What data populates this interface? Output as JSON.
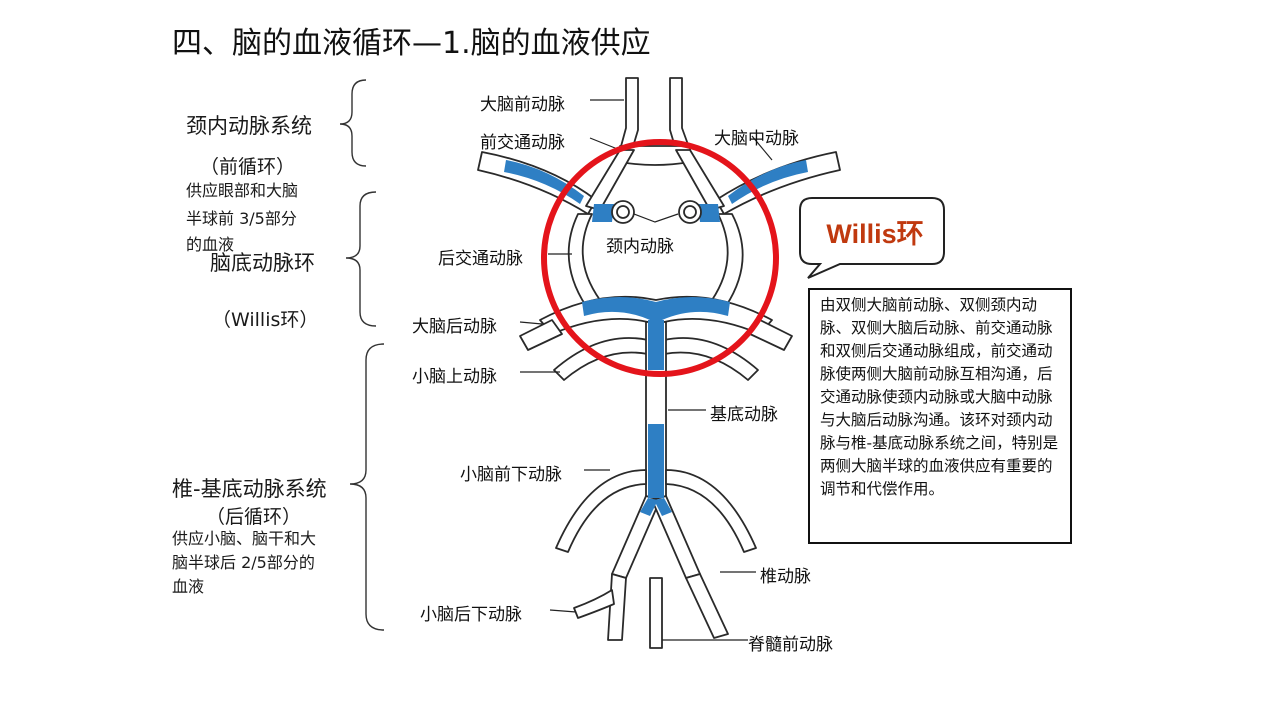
{
  "title": "四、脑的血液循环—1.脑的血液供应",
  "left_panel": {
    "carotid_system": "颈内动脉系统",
    "carotid_circulation": "（前循环）",
    "carotid_supply": [
      "供应眼部和大脑",
      "半球前 3/5部分",
      "的血液"
    ],
    "circle_name": "脑底动脉环",
    "circle_alias": "（Willis环）",
    "vertebro_system": "椎-基底动脉系统",
    "vertebro_circulation": "（后循环）",
    "vertebro_supply": [
      "供应小脑、脑干和大",
      "脑半球后 2/5部分的",
      "血液"
    ]
  },
  "diagram_labels": {
    "aca": "大脑前动脉",
    "acom": "前交通动脉",
    "mca": "大脑中动脉",
    "ica": "颈内动脉",
    "pcom": "后交通动脉",
    "pca": "大脑后动脉",
    "sca": "小脑上动脉",
    "basilar": "基底动脉",
    "aica": "小脑前下动脉",
    "vertebral": "椎动脉",
    "pica": "小脑后下动脉",
    "spinal": "脊髓前动脉"
  },
  "callout": "Willis环",
  "info_text": "由双侧大脑前动脉、双侧颈内动脉、双侧大脑后动脉、前交通动脉和双侧后交通动脉组成，前交通动脉使两侧大脑前动脉互相沟通，后交通动脉使颈内动脉或大脑中动脉与大脑后动脉沟通。该环对颈内动脉与椎-基底动脉系统之间，特别是两侧大脑半球的血液供应有重要的调节和代偿作用。",
  "colors": {
    "vessel_fill": "#2e7fc4",
    "circle_highlight": "#e4141b",
    "callout_text": "#c0390f"
  }
}
